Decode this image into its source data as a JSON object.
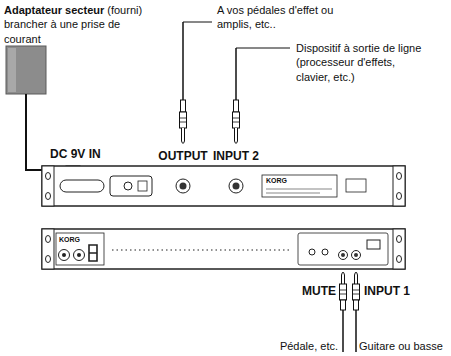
{
  "diagram": {
    "labels": [
      "Adaptateur secteur",
      "(fourni) brancher à une prise de courant",
      "A vos pédales d'effet ou amplis, etc..",
      "Dispositif à sortie de ligne (processeur d'effets, clavier, etc.)",
      "DC 9V IN",
      "OUTPUT",
      "INPUT 2",
      "KORG",
      "KORG",
      "MUTE",
      "INPUT 1",
      "Pédale, etc.",
      "Guitare ou basse"
    ]
  }
}
